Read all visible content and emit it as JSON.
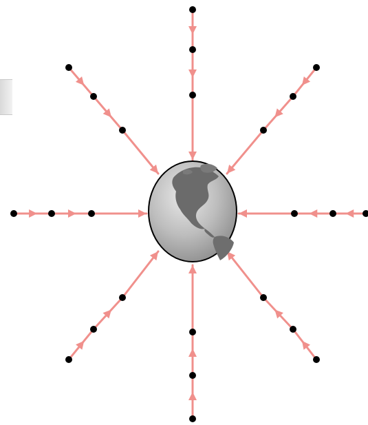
{
  "colors": {
    "arrow": "#f0908c",
    "point": "#000000",
    "globe_outline": "#000000",
    "globe_ocean": "#b8b8b8",
    "land": "#6e6e6e",
    "side_tab": "#e6e6e6"
  },
  "icons": {
    "center": "earth-globe-icon"
  },
  "directions": [
    {
      "id": "north",
      "points": 3
    },
    {
      "id": "northeast",
      "points": 3
    },
    {
      "id": "east",
      "points": 3
    },
    {
      "id": "southeast",
      "points": 3
    },
    {
      "id": "south",
      "points": 3
    },
    {
      "id": "southwest",
      "points": 3
    },
    {
      "id": "west",
      "points": 3
    },
    {
      "id": "northwest",
      "points": 3
    }
  ]
}
